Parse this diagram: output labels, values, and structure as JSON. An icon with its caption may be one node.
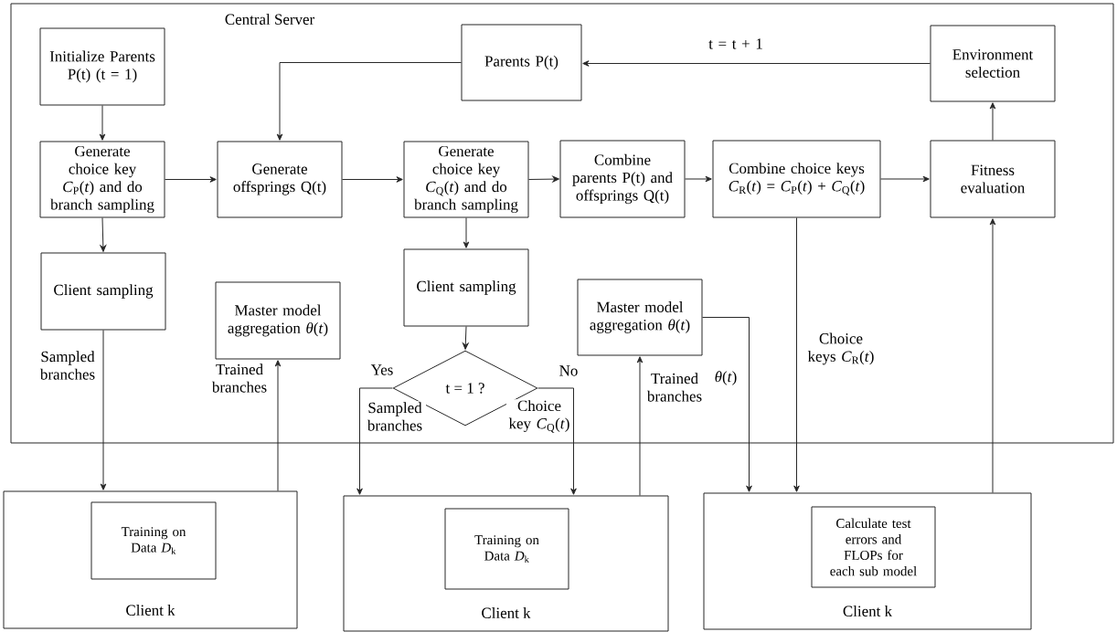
{
  "diagram": {
    "nodes": [
      {
        "text": [
          "Central Server"
        ]
      },
      {
        "text": [
          "Initialize Parents P(t) (t = 1)"
        ],
        "in": 0
      },
      {
        "text": [
          "Generate choice key *C*$_{P}$(*t*) and do branch sampling"
        ],
        "in": 0
      },
      {
        "text": [
          "Parents P(t)"
        ],
        "in": 0
      },
      {
        "text": [
          "Environment selection"
        ],
        "in": 0
      },
      {
        "text": [
          "Generate offsprings Q(t)"
        ],
        "in": 0
      },
      {
        "text": [
          "Generate choice key *C*$_{Q}$(*t*) and do branch sampling"
        ],
        "in": 0
      },
      {
        "text": [
          "Combine parents P(t) and offsprings Q(t)"
        ],
        "in": 0
      },
      {
        "text": [
          "Combine choice keys *C*$_{R}$(*t*) = *C*$_{P}$(*t*) + *C*$_{Q}$(*t*)"
        ],
        "in": 0
      },
      {
        "text": [
          "Fitness evaluation"
        ],
        "in": 0
      },
      {
        "text": [
          "Client sampling"
        ],
        "in": 0
      },
      {
        "text": [
          "Master model aggregation *θ*(*t*)"
        ],
        "in": 0
      },
      {
        "text": [
          "Client sampling"
        ],
        "in": 0
      },
      {
        "text": [
          "t = 1 ?"
        ],
        "in": 0
      },
      {
        "text": [
          "Master model aggregation *θ*(*t*)"
        ],
        "in": 0
      },
      {
        "text": [
          "Client k"
        ]
      },
      {
        "text": [
          "Training on Data *D*$_{k}$"
        ],
        "in": 15
      },
      {
        "text": [
          "Client k"
        ]
      },
      {
        "text": [
          "Training on Data *D*$_{k}$"
        ],
        "in": 17
      },
      {
        "text": [
          "Client k"
        ]
      },
      {
        "text": [
          "Calculate test errors and FLOPs for each sub model"
        ],
        "in": 19
      }
    ],
    "edges": [
      {
        "from": 1,
        "to": 2,
        "arrow": "to"
      },
      {
        "from": 2,
        "to": 5,
        "arrow": "to"
      },
      {
        "from": 5,
        "to": 6,
        "arrow": "to"
      },
      {
        "from": 6,
        "to": 7,
        "arrow": "to"
      },
      {
        "from": 7,
        "to": 8,
        "arrow": "to"
      },
      {
        "from": 8,
        "to": 9,
        "arrow": "to"
      },
      {
        "from": 9,
        "to": 4,
        "arrow": "to"
      },
      {
        "from": 4,
        "to": 3,
        "arrow": "to",
        "label": "t = t + 1"
      },
      {
        "from": 3,
        "to": 5,
        "arrow": "to"
      },
      {
        "from": 2,
        "to": 10,
        "arrow": "to"
      },
      {
        "from": 10,
        "to": 15,
        "arrow": "to",
        "label": "Sampled branches"
      },
      {
        "from": 15,
        "to": 11,
        "arrow": "to",
        "label": "Trained branches"
      },
      {
        "from": 6,
        "to": 12,
        "arrow": "to"
      },
      {
        "from": 12,
        "to": 13,
        "arrow": "to"
      },
      {
        "from": 13,
        "to": 17,
        "arrow": "to",
        "label": "Sampled branches"
      },
      {
        "from": 13,
        "to": 17,
        "arrow": "to",
        "label": "Choice key *C*$_{Q}$(*t*)"
      },
      {
        "from": 17,
        "to": 14,
        "arrow": "to",
        "label": "Trained branches"
      },
      {
        "from": 14,
        "to": 19,
        "arrow": "to",
        "label": "*θ*(*t*)"
      },
      {
        "from": 8,
        "to": 19,
        "arrow": "to",
        "label": "Choice keys *C*$_{R}$(*t*)"
      },
      {
        "from": 19,
        "to": 9,
        "arrow": "to"
      }
    ],
    "labels": [
      "Yes",
      "No"
    ]
  }
}
